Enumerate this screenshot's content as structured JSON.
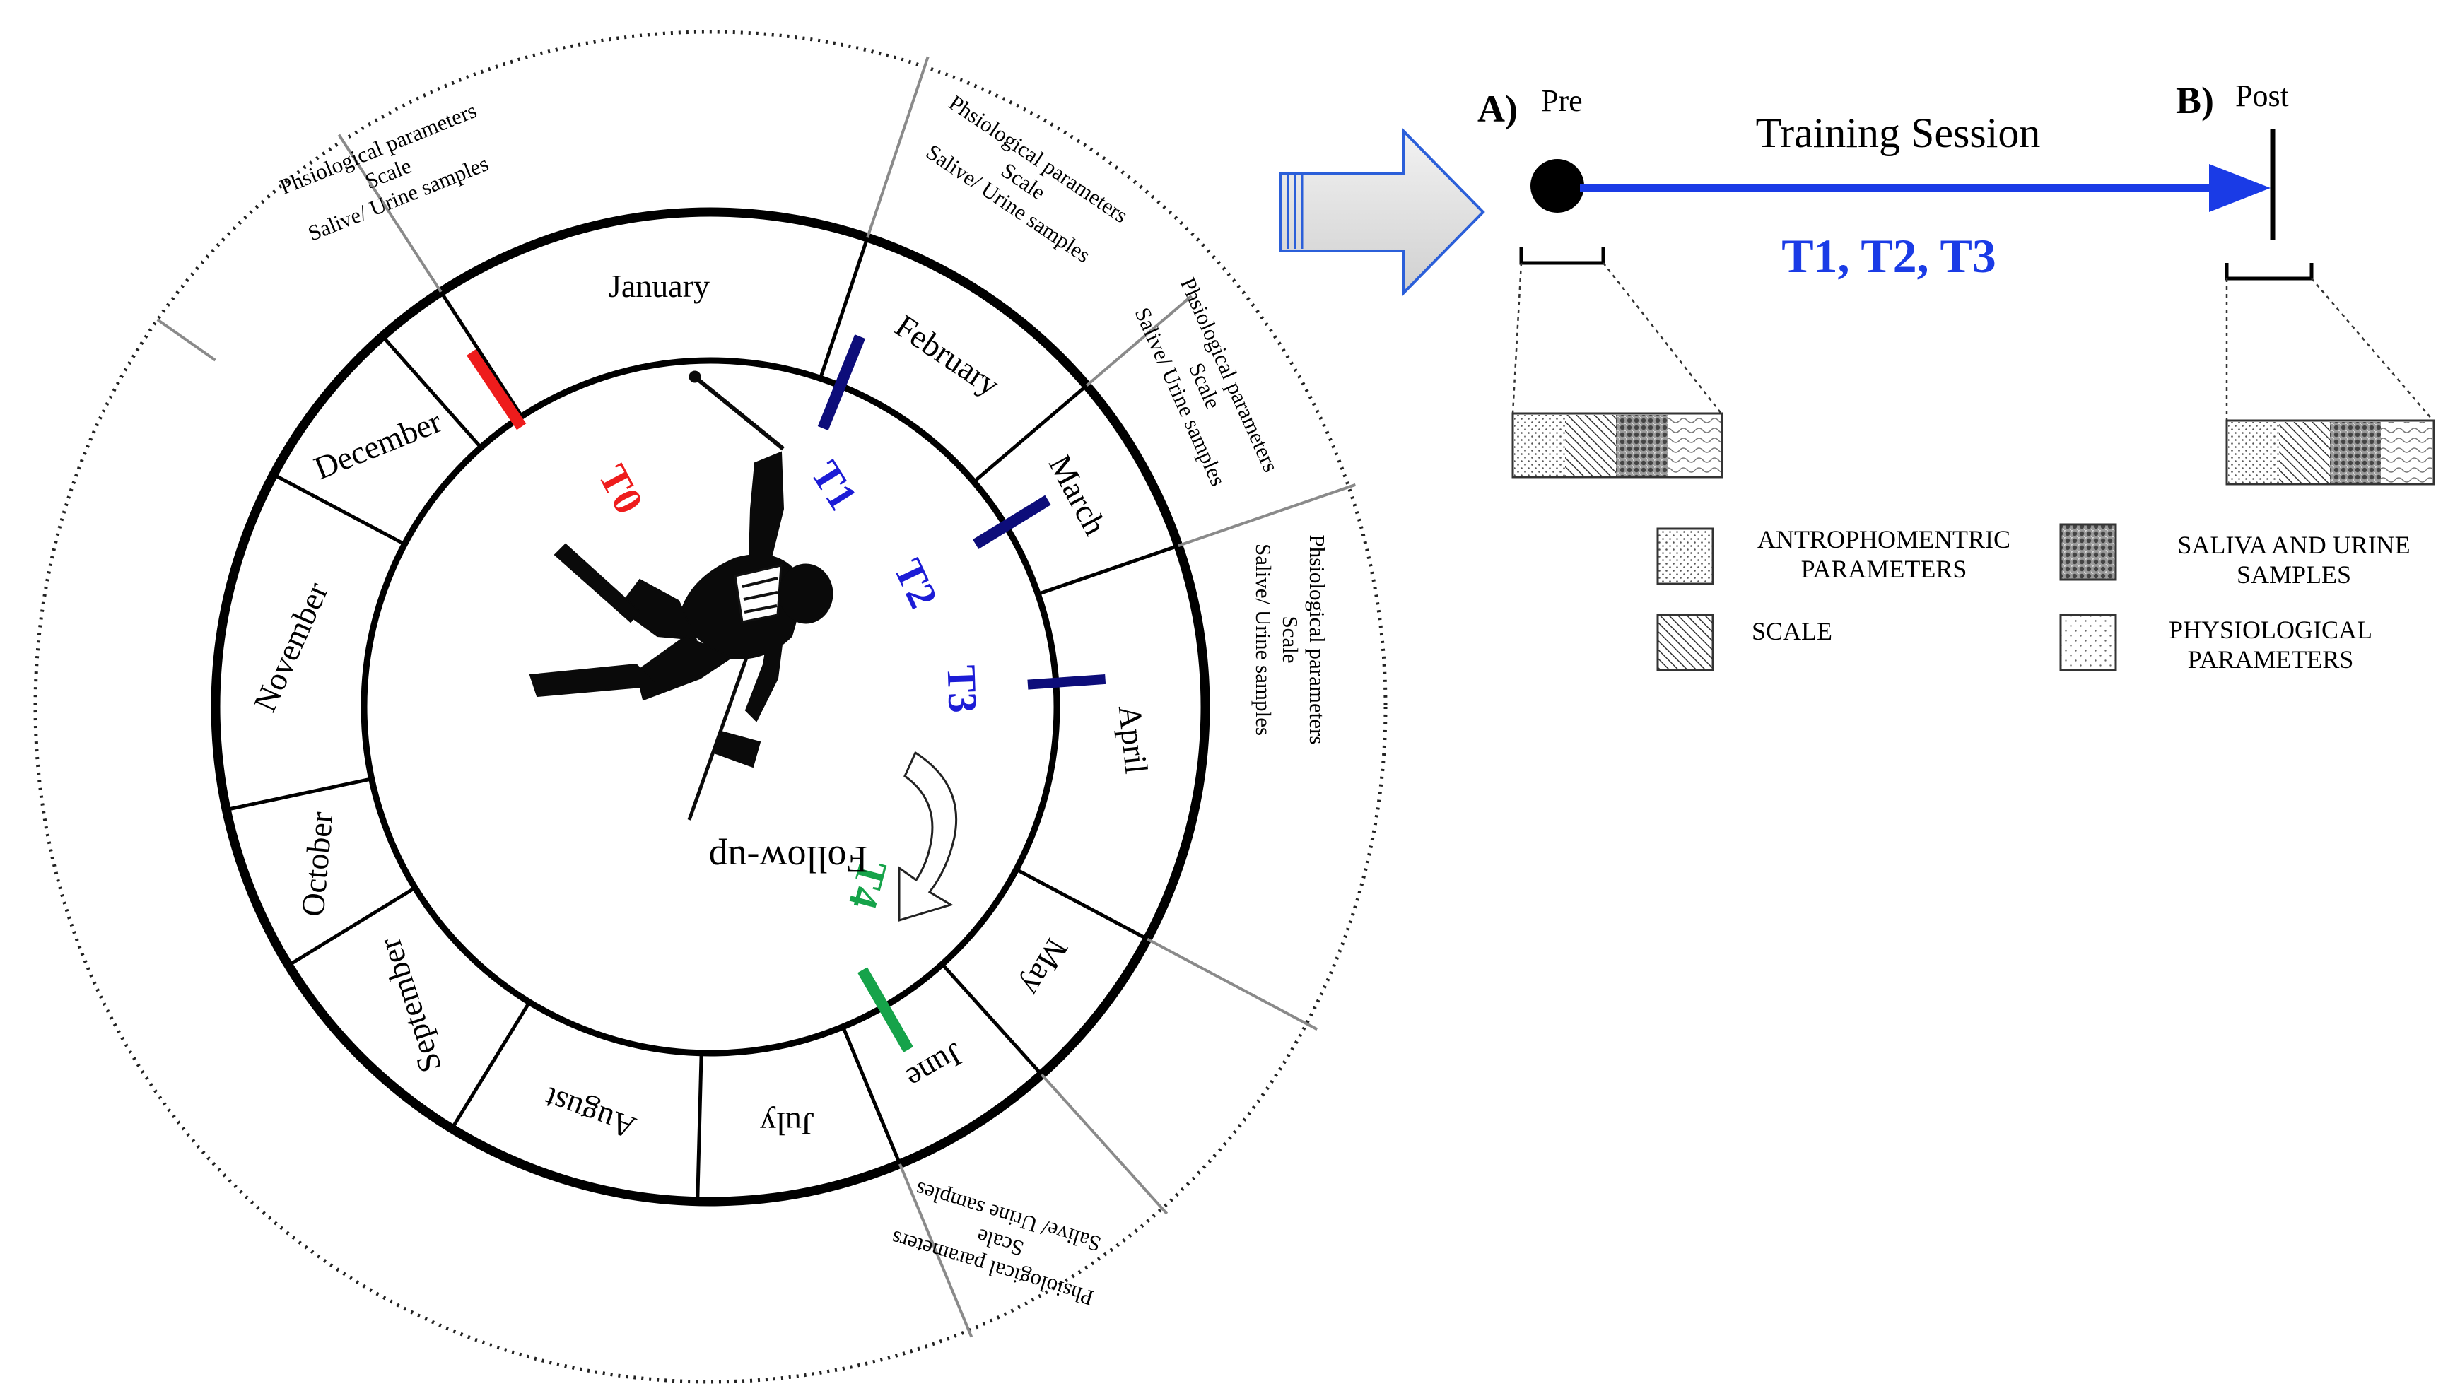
{
  "wheel": {
    "months": [
      "January",
      "February",
      "March",
      "April",
      "May",
      "June",
      "July",
      "August",
      "September",
      "October",
      "November",
      "December"
    ],
    "sampling_text": {
      "line1": "Phsiological  parameters",
      "line2": "Scale",
      "line3": "Salive/ Urine samples"
    },
    "timepoints": [
      {
        "label": "T0",
        "color": "#ee1c1c",
        "marker_color": "#ee1c1c"
      },
      {
        "label": "T1",
        "color": "#1c1cd6",
        "marker_color": "#0d0d7a"
      },
      {
        "label": "T2",
        "color": "#1c1cd6",
        "marker_color": "#0d0d7a"
      },
      {
        "label": "T3",
        "color": "#1c1cd6",
        "marker_color": "#0d0d7a"
      },
      {
        "label": "T4",
        "color": "#16a34a",
        "marker_color": "#16a34a"
      }
    ],
    "follow_up_label": "Follow-up",
    "center_icon": "freestyle-skier-silhouette"
  },
  "timeline": {
    "pre_letter": "A)",
    "pre_label": "Pre",
    "post_letter": "B)",
    "post_label": "Post",
    "session_label": "Training Session",
    "session_tests": "T1, T2, T3",
    "arrow_color": "#1a3be6",
    "tests_color": "#1a3be6"
  },
  "legend": {
    "items": [
      {
        "label_lines": [
          "ANTROPHOMENTRIC",
          "PARAMETERS"
        ],
        "pattern": "fine-dots"
      },
      {
        "label_lines": [
          "SALIVA AND URINE",
          "SAMPLES"
        ],
        "pattern": "dense-dots"
      },
      {
        "label_lines": [
          "SCALE"
        ],
        "pattern": "diagonal-hatch"
      },
      {
        "label_lines": [
          "PHYSIOLOGICAL",
          "PARAMETERS"
        ],
        "pattern": "sparse-dots"
      }
    ]
  }
}
